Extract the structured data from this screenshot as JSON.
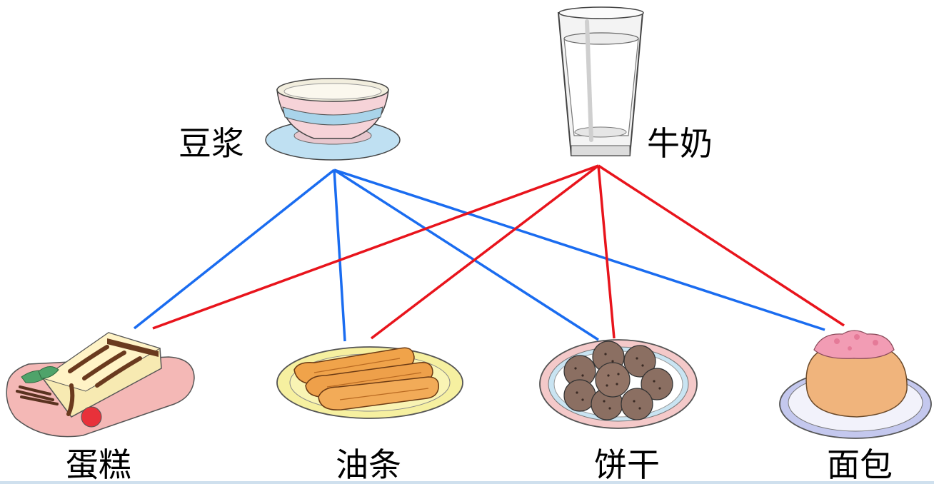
{
  "drinks": [
    {
      "id": "soy",
      "label": "豆浆",
      "icon": "soy-milk-bowl-icon"
    },
    {
      "id": "milk",
      "label": "牛奶",
      "icon": "milk-glass-icon"
    }
  ],
  "foods": [
    {
      "id": "cake",
      "label": "蛋糕",
      "icon": "cake-slice-icon"
    },
    {
      "id": "youtiao",
      "label": "油条",
      "icon": "fried-dough-plate-icon"
    },
    {
      "id": "biscuit",
      "label": "饼干",
      "icon": "biscuit-plate-icon"
    },
    {
      "id": "bread",
      "label": "面包",
      "icon": "bread-plate-icon"
    }
  ],
  "connections": [
    {
      "from": "soy",
      "to": "cake",
      "color": "#1a6cf0"
    },
    {
      "from": "soy",
      "to": "youtiao",
      "color": "#1a6cf0"
    },
    {
      "from": "soy",
      "to": "biscuit",
      "color": "#1a6cf0"
    },
    {
      "from": "soy",
      "to": "bread",
      "color": "#1a6cf0"
    },
    {
      "from": "milk",
      "to": "cake",
      "color": "#e8141c"
    },
    {
      "from": "milk",
      "to": "youtiao",
      "color": "#e8141c"
    },
    {
      "from": "milk",
      "to": "biscuit",
      "color": "#e8141c"
    },
    {
      "from": "milk",
      "to": "bread",
      "color": "#e8141c"
    }
  ]
}
